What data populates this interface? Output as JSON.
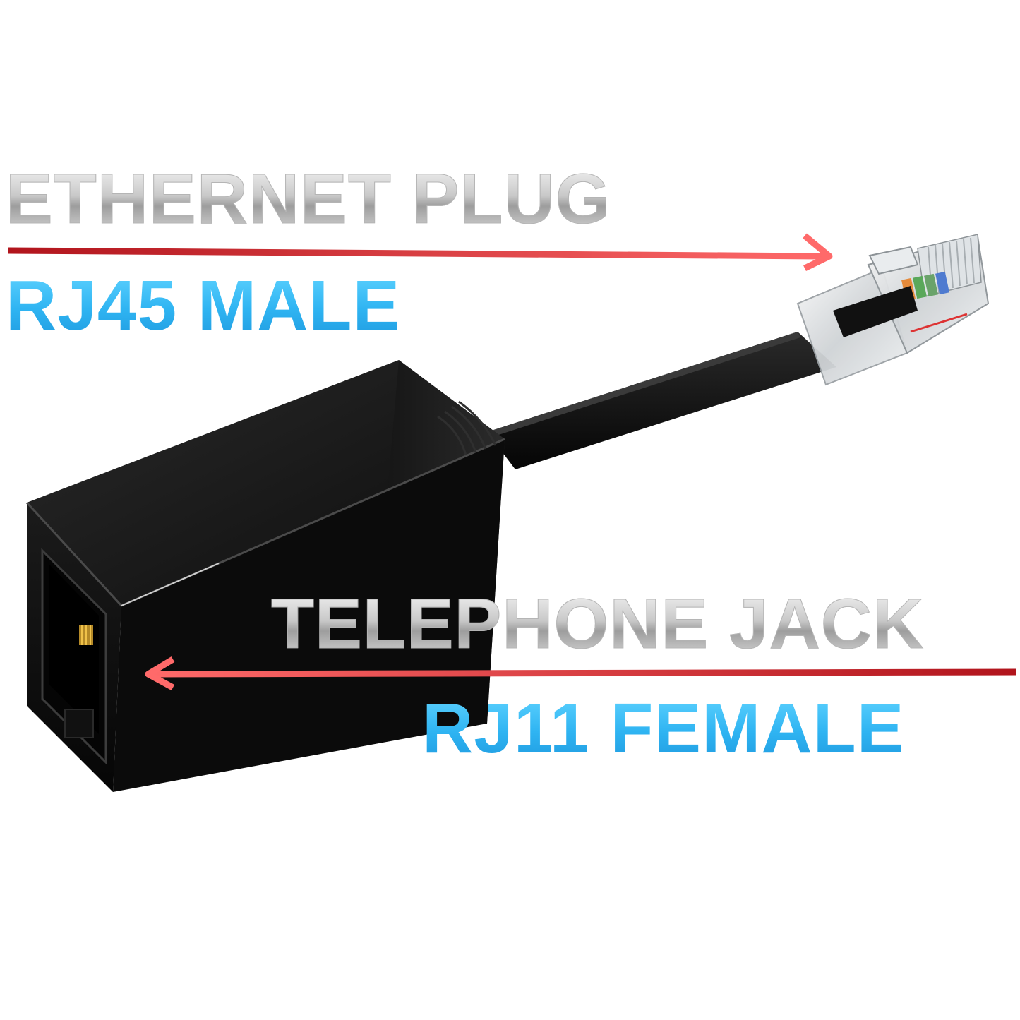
{
  "labels": {
    "plug_title": "ETHERNET PLUG",
    "plug_type": "RJ45 MALE",
    "jack_title": "TELEPHONE JACK",
    "jack_type": "RJ11 FEMALE"
  },
  "colors": {
    "label_grey": "#c4c4c4",
    "label_blue": "#2db1f0",
    "arrow_red": "#e8333a",
    "device_black": "#111111"
  },
  "icons": {
    "arrow_top": "arrow-right-icon",
    "arrow_bottom": "arrow-left-icon"
  }
}
